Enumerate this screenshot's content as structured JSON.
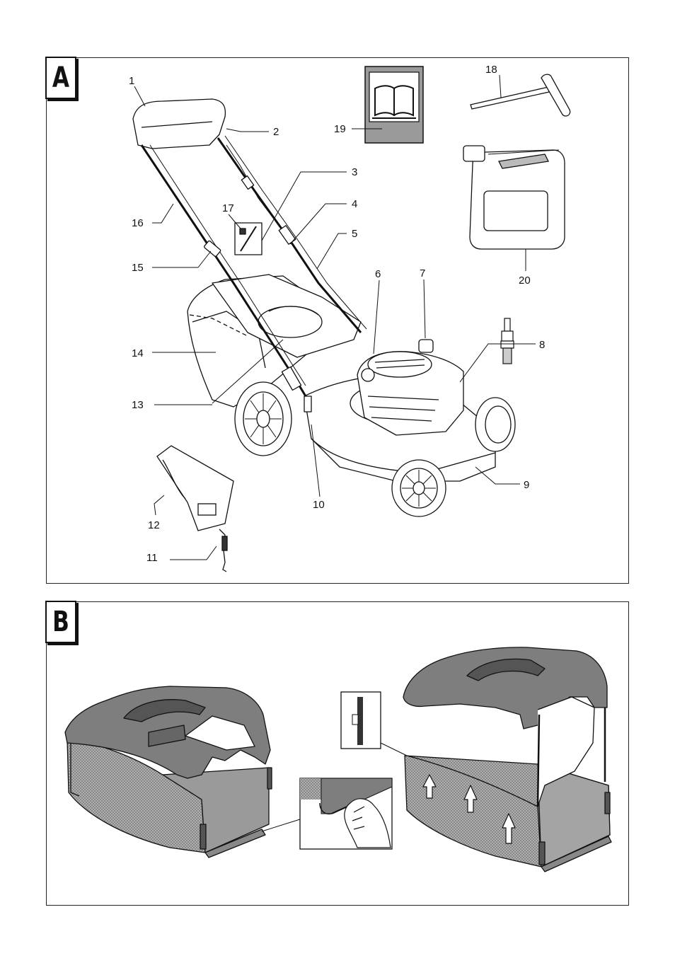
{
  "panels": [
    {
      "label": "A"
    },
    {
      "label": "B"
    }
  ],
  "callouts": [
    "1",
    "2",
    "3",
    "4",
    "5",
    "6",
    "7",
    "8",
    "9",
    "10",
    "11",
    "12",
    "13",
    "14",
    "15",
    "16",
    "17",
    "18",
    "19",
    "20"
  ],
  "colors": {
    "line": "#111111",
    "grey_fill": "#8c8c8c",
    "mesh_fill": "#a9a9a9",
    "book_panel": "#9a9a9a"
  },
  "icons": [
    "book-icon",
    "up-arrow-icon",
    "hand-icon"
  ]
}
